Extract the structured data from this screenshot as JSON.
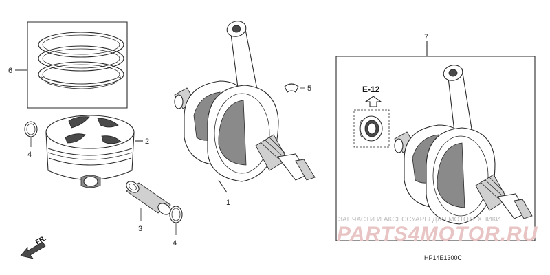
{
  "callouts": {
    "crankshaft": "1",
    "piston": "2",
    "piston_pin": "3",
    "clip_left": "4",
    "clip_right": "4",
    "woodruff_key": "5",
    "piston_rings": "6",
    "crankshaft_assy": "7"
  },
  "reference": {
    "label": "E-12"
  },
  "direction": {
    "label": "FR."
  },
  "diagram_code": "HP14E1300C",
  "watermark": {
    "top": "ЗАПЧАСТИ И АКСЕССУАРЫ ДЛЯ МОТОТЕХНИКИ",
    "logo": "PARTS4MOTOR.RU"
  },
  "colors": {
    "line": "#2a2a2a",
    "watermark_logo": "#e9c4c4",
    "watermark_text": "#bdbdbd"
  }
}
